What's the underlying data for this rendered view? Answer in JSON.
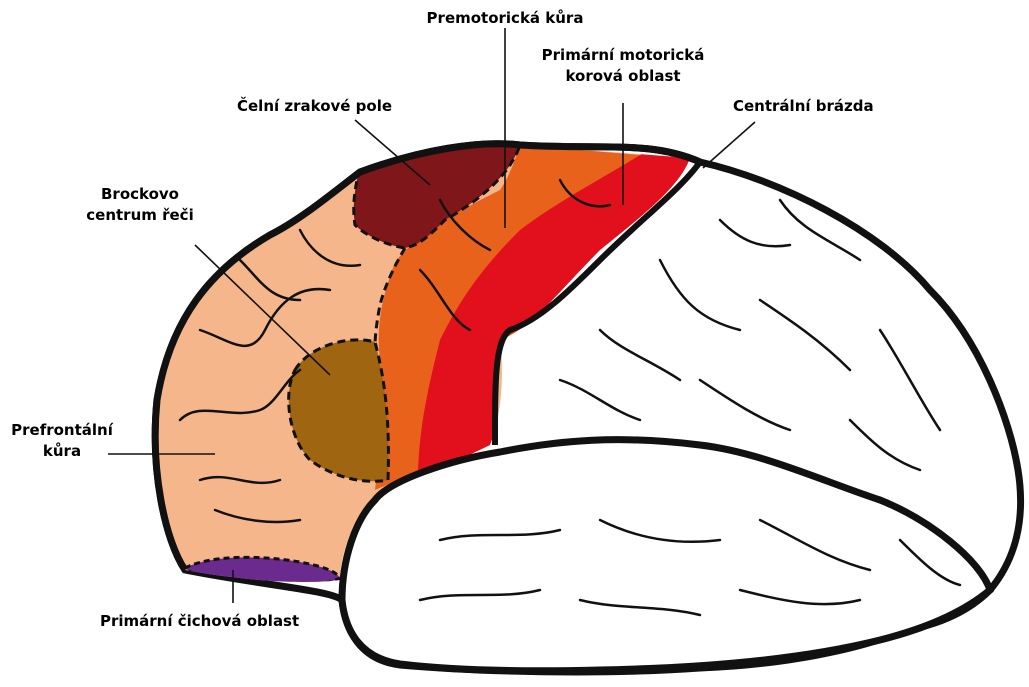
{
  "labels": {
    "premotor": "Premotorická kůra",
    "motor_line1": "Primární motorická",
    "motor_line2": "korová oblast",
    "fef": "Čelní zrakové pole",
    "central": "Centrální brázda",
    "broca_line1": "Brockovo",
    "broca_line2": "centrum řeči",
    "prefrontal_line1": "Prefrontální",
    "prefrontal_line2": "kůra",
    "olfactory": "Primární čichová oblast"
  },
  "colors": {
    "prefrontal": "#f6b68c",
    "frontal_eye_field": "#7e161a",
    "premotor": "#e8621b",
    "motor": "#e2101d",
    "broca": "#a06510",
    "olfactory": "#6a2a8e",
    "brain_outline": "#111111",
    "brain_fill": "#ffffff"
  }
}
